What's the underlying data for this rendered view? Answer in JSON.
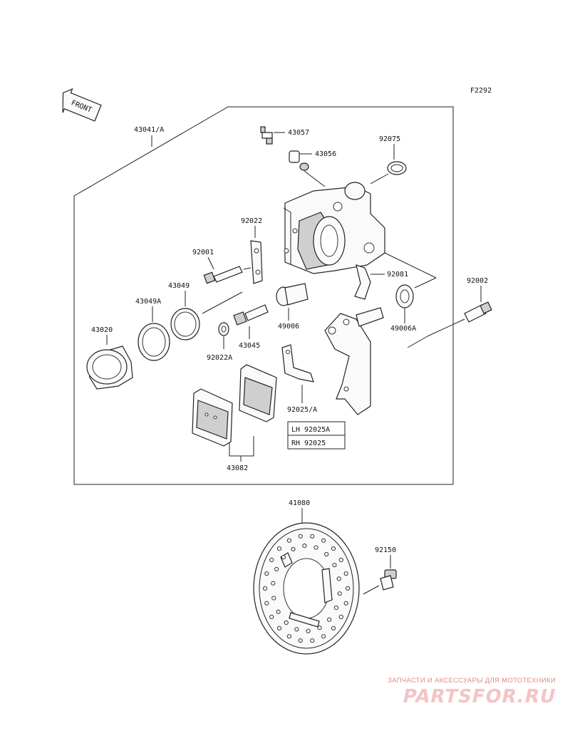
{
  "figure_code": "F2292",
  "front_label": "FRONT",
  "callouts": {
    "c43041A": "43041/A",
    "c43057": "43057",
    "c43056": "43056",
    "c92075": "92075",
    "c92022": "92022",
    "c92001": "92001",
    "c43049": "43049",
    "c43049A": "43049A",
    "c43020": "43020",
    "c92081": "92081",
    "c92002": "92002",
    "c49006": "49006",
    "c49006A": "49006A",
    "c43045": "43045",
    "c92022A": "92022A",
    "c92025A": "92025/A",
    "c43082": "43082",
    "c41080": "41080",
    "c92150": "92150"
  },
  "legend": {
    "lh": "LH 92025A",
    "rh": "RH 92025"
  },
  "watermark": {
    "tagline": "ЗАПЧАСТИ И АКСЕССУАРЫ ДЛЯ МОТОТЕХНИКИ",
    "brand": "PARTSFOR.RU"
  }
}
